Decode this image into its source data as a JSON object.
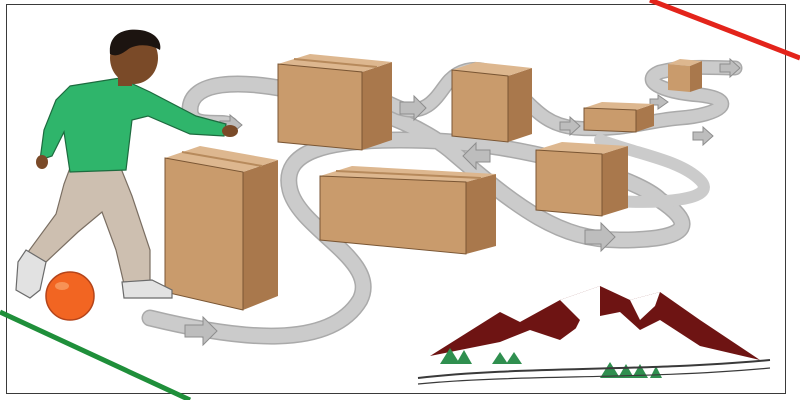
{
  "colors": {
    "path": "#c7c7c7",
    "path_edge": "#a9a9a9",
    "arrow": "#bdbdbd",
    "box_front": "#c99b6c",
    "box_side": "#a9784c",
    "box_top": "#ddb78f",
    "shirt": "#2fb56b",
    "pants": "#cdbfb0",
    "skin": "#7a4a28",
    "hair": "#1c1410",
    "ball": "#f26522",
    "mountain": "#6e1413",
    "tree": "#2f8f4f",
    "accent_red": "#e3241b",
    "accent_green": "#1f8f3a"
  },
  "icons": {
    "player": "child-dribbling-ball",
    "obstacle": "cardboard-box",
    "direction": "arrow-icon",
    "logo": "mountain-logo"
  }
}
